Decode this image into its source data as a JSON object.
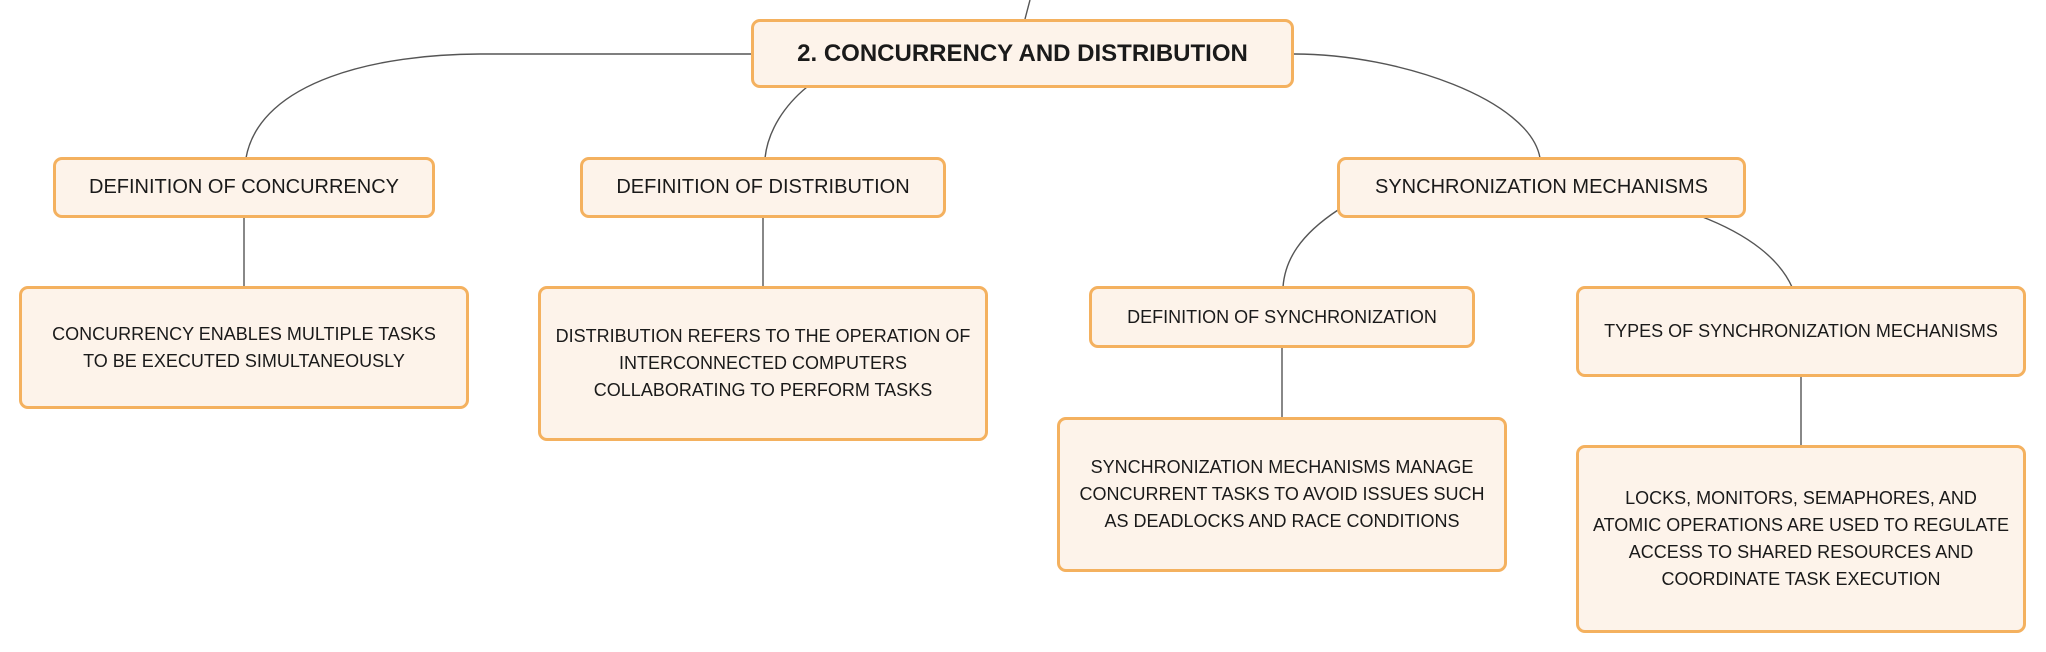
{
  "theme": {
    "node_fill": "#fdf3ea",
    "node_border": "#f4b15f",
    "connector": "#555555",
    "text": "#1a1a1a"
  },
  "root": {
    "label": "2. Concurrency and Distribution"
  },
  "branches": {
    "concurrency": {
      "label": "Definition of Concurrency",
      "detail": "Concurrency enables multiple tasks to be executed simultaneously"
    },
    "distribution": {
      "label": "Definition of Distribution",
      "detail": "Distribution refers to the operation of interconnected computers collaborating to perform tasks"
    },
    "synchronization": {
      "label": "Synchronization Mechanisms",
      "definition": {
        "label": "Definition of Synchronization",
        "detail": "Synchronization mechanisms manage concurrent tasks to avoid issues such as deadlocks and race conditions"
      },
      "types": {
        "label": "Types of Synchronization Mechanisms",
        "detail": "Locks, monitors, semaphores, and atomic operations are used to regulate access to shared resources and coordinate task execution"
      }
    }
  }
}
